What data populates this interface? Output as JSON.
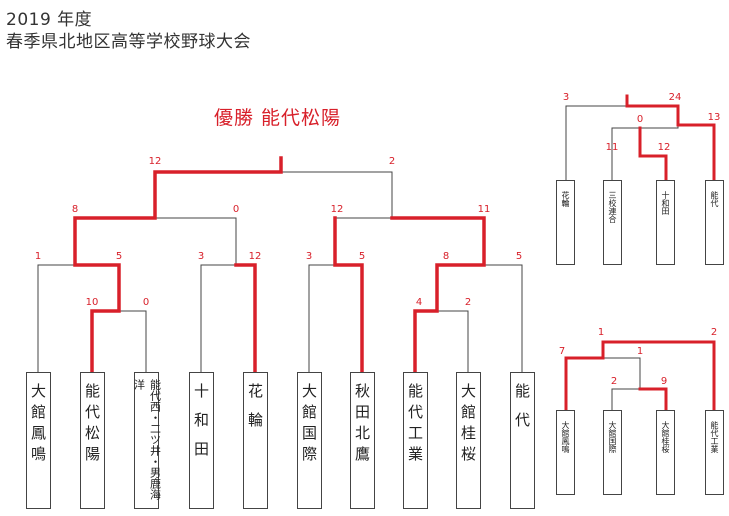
{
  "header": {
    "year_line": "2019 年度",
    "title": "春季県北地区高等学校野球大会"
  },
  "champion": "優勝 能代松陽",
  "colors": {
    "win": "#d8202a",
    "line": "#444444",
    "text": "#222222"
  },
  "main_bracket": {
    "teams": [
      "大館鳳鳴",
      "能代松陽",
      "能代西・二ツ井・男鹿海洋",
      "十和田",
      "花輪",
      "大館国際",
      "秋田北鷹",
      "能代工業",
      "大館桂桜",
      "能代"
    ],
    "scores": [
      "12",
      "2",
      "8",
      "0",
      "12",
      "11",
      "1",
      "5",
      "3",
      "12",
      "3",
      "5",
      "8",
      "5",
      "10",
      "0",
      "4",
      "2"
    ]
  },
  "sub_bracket_1": {
    "teams": [
      "花輪",
      "三校連合",
      "十和田",
      "能代"
    ],
    "scores": [
      "3",
      "24",
      "0",
      "13",
      "11",
      "12"
    ]
  },
  "sub_bracket_2": {
    "teams": [
      "大館鳳鳴",
      "大館国際",
      "大館桂桜",
      "能代工業"
    ],
    "scores": [
      "1",
      "2",
      "7",
      "1",
      "2",
      "9"
    ]
  }
}
